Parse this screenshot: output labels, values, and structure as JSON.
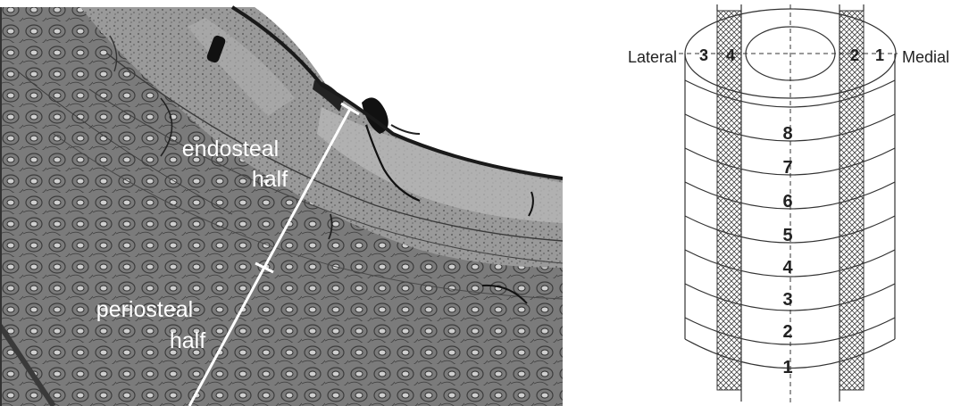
{
  "micrograph": {
    "label_endosteal_1": "endosteal",
    "label_endosteal_2": "half",
    "label_periosteal_1": "periosteal",
    "label_periosteal_2": "half"
  },
  "diagram": {
    "lateral_label": "Lateral",
    "medial_label": "Medial",
    "top_numbers": [
      "3",
      "4",
      "2",
      "1"
    ],
    "ring_numbers": [
      "8",
      "7",
      "6",
      "5",
      "4",
      "3",
      "2",
      "1"
    ]
  }
}
